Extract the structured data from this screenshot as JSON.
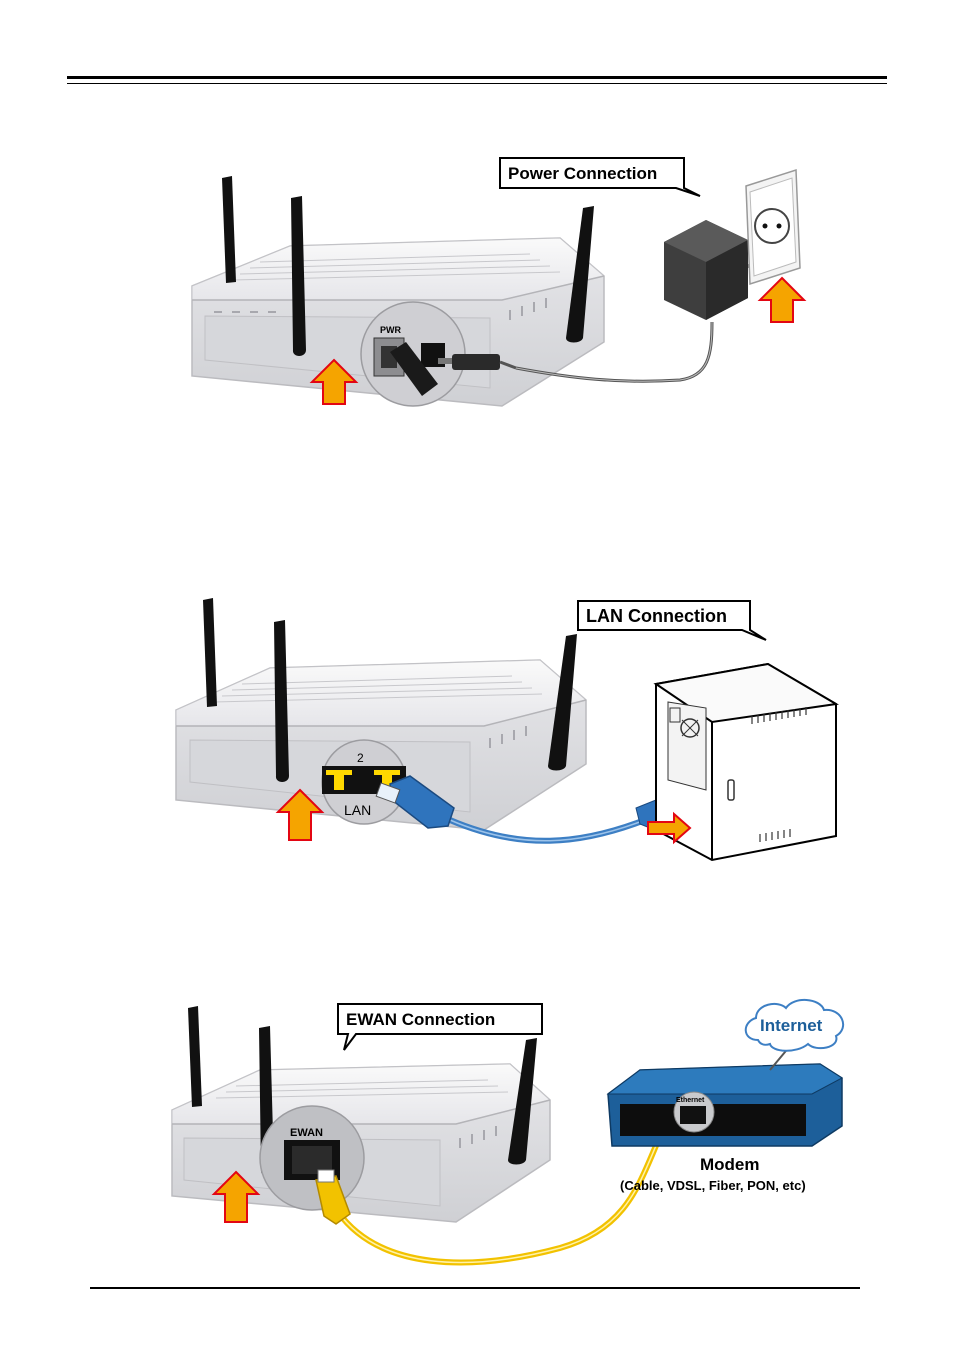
{
  "figures": [
    {
      "callout": "Power Connection",
      "port_label": "PWR"
    },
    {
      "callout": "LAN Connection",
      "port_number": "2",
      "port_label": "LAN"
    },
    {
      "callout": "EWAN Connection",
      "port_label": "EWAN",
      "cloud_label": "Internet",
      "modem_port_label": "Ethernet",
      "modem_title": "Modem",
      "modem_subtitle": "(Cable, VDSL, Fiber, PON, etc)"
    }
  ],
  "colors": {
    "arrow_fill": "#f5a400",
    "arrow_outline": "#e30613",
    "lan_cable": "#3d7fc4",
    "ewan_cable": "#f2c200",
    "lan_port": "#ffd800",
    "modem_body": "#1d5f9a",
    "router_body": "#f1f1f3"
  },
  "icons": [
    "router-icon",
    "antenna-icon",
    "power-adapter-icon",
    "wall-outlet-icon",
    "pc-tower-icon",
    "modem-icon",
    "cloud-icon",
    "arrow-up-icon"
  ]
}
